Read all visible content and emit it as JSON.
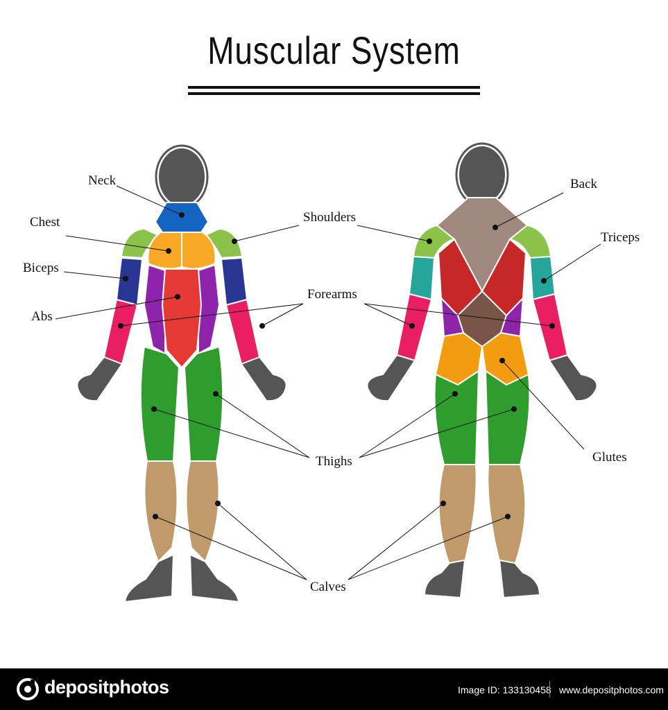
{
  "title": "Muscular System",
  "labels": {
    "neck": "Neck",
    "chest": "Chest",
    "biceps": "Biceps",
    "abs": "Abs",
    "shoulders": "Shoulders",
    "forearms": "Forearms",
    "thighs": "Thighs",
    "calves": "Calves",
    "back": "Back",
    "triceps": "Triceps",
    "glutes": "Glutes"
  },
  "colors": {
    "body": "#555555",
    "neck": "#1565c0",
    "chest": "#f9a825",
    "shoulders": "#8bc34a",
    "biceps": "#283593",
    "abs": "#e53935",
    "obliques": "#8e24aa",
    "forearms": "#e91e63",
    "thighs": "#2e9d2e",
    "calves": "#c09a6b",
    "back_upper": "#a1887f",
    "back_lats": "#c62828",
    "back_lower": "#795548",
    "triceps": "#26a69a",
    "glutes": "#f39c12"
  },
  "footer": {
    "brand": "depositphotos",
    "image_id": "Image ID: 133130458",
    "site": "www.depositphotos.com"
  }
}
